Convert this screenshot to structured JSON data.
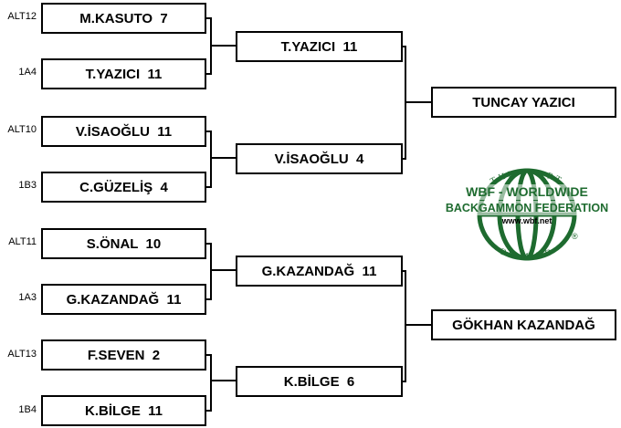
{
  "seeds": [
    "ALT12",
    "1A4",
    "ALT10",
    "1B3",
    "ALT11",
    "1A3",
    "ALT13",
    "1B4"
  ],
  "round1": [
    "M.KASUTO  7",
    "T.YAZICI  11",
    "V.İSAOĞLU  11",
    "C.GÜZELİŞ  4",
    "S.ÖNAL  10",
    "G.KAZANDAĞ  11",
    "F.SEVEN  2",
    "K.BİLGE  11"
  ],
  "round2": [
    "T.YAZICI  11",
    "V.İSAOĞLU  4",
    "G.KAZANDAĞ  11",
    "K.BİLGE  6"
  ],
  "finalists": [
    "TUNCAY YAZICI",
    "GÖKHAN KAZANDAĞ"
  ],
  "logo": {
    "top_text": "THE SPORT",
    "line1": "WBF - WORLDWIDE",
    "line2": "BACKGAMMON FEDERATION",
    "url": "www.wbf.net",
    "bottom_text": "OF MIND",
    "mark": "®",
    "green": "#1e6b2f"
  }
}
